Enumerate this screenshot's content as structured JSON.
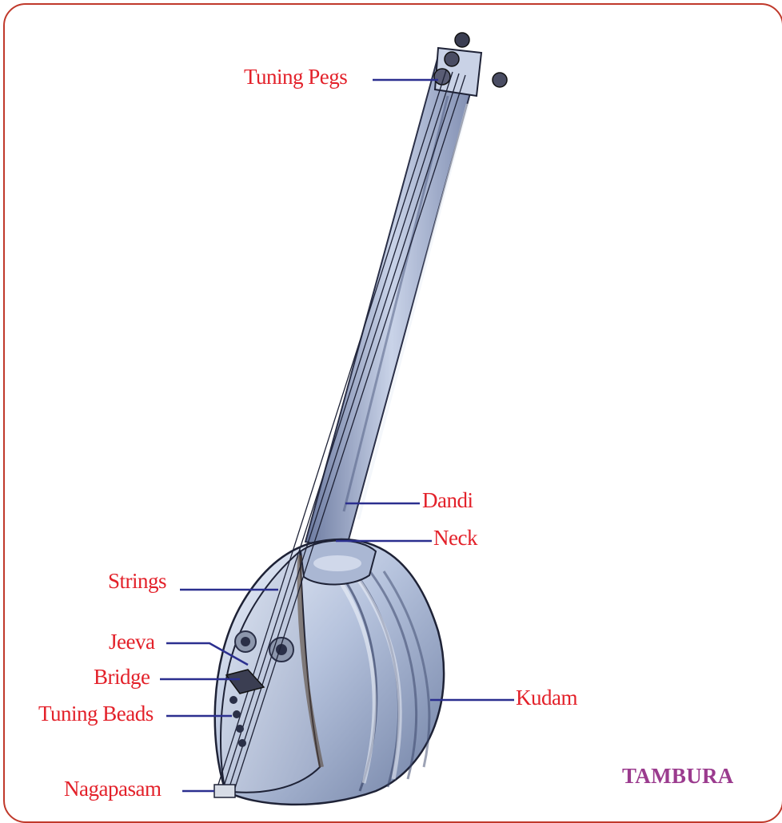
{
  "diagram": {
    "title": "TAMBURA",
    "labels": {
      "tuning_pegs": "Tuning Pegs",
      "dandi": "Dandi",
      "neck": "Neck",
      "strings": "Strings",
      "jeeva": "Jeeva",
      "bridge": "Bridge",
      "tuning_beads": "Tuning Beads",
      "nagapasam": "Nagapasam",
      "kudam": "Kudam"
    },
    "colors": {
      "frame": "#c0392b",
      "label_text": "#e3212a",
      "leader_line": "#2b2f8f",
      "title": "#9b3b8e",
      "instrument_body": "#b9c6de"
    }
  }
}
